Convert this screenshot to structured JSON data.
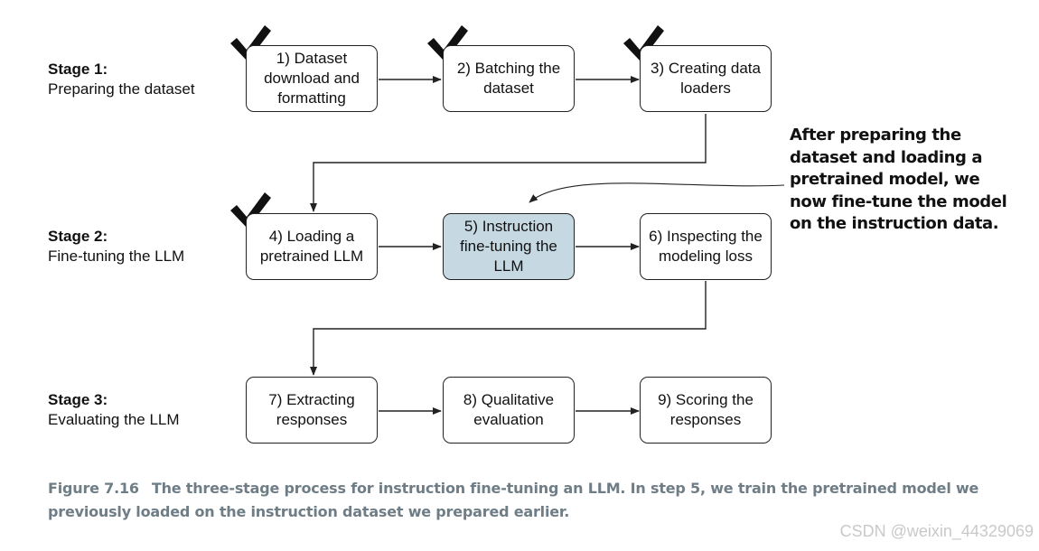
{
  "stages": [
    {
      "title": "Stage 1:",
      "subtitle": "Preparing the dataset"
    },
    {
      "title": "Stage 2:",
      "subtitle": "Fine-tuning the LLM"
    },
    {
      "title": "Stage 3:",
      "subtitle": "Evaluating the LLM"
    }
  ],
  "steps": [
    {
      "label": "1) Dataset download and formatting",
      "completed": true
    },
    {
      "label": "2) Batching the dataset",
      "completed": true
    },
    {
      "label": "3) Creating data loaders",
      "completed": true
    },
    {
      "label": "4) Loading a pretrained LLM",
      "completed": true
    },
    {
      "label": "5) Instruction fine-tuning the LLM",
      "completed": false,
      "highlighted": true
    },
    {
      "label": "6) Inspecting the modeling loss",
      "completed": false
    },
    {
      "label": "7) Extracting responses",
      "completed": false
    },
    {
      "label": "8) Qualitative evaluation",
      "completed": false
    },
    {
      "label": "9) Scoring the responses",
      "completed": false
    }
  ],
  "colors": {
    "highlight_fill": "#c6d9e3",
    "caption": "#6f7d86"
  },
  "annotation": "After preparing the dataset and loading a pretrained model, we now fine-tune the model on the instruction data.",
  "caption": {
    "figure_label": "Figure 7.16",
    "text": "The three-stage process for instruction fine-tuning an LLM. In step 5, we train the pretrained model we previously loaded on the instruction dataset we prepared earlier."
  },
  "watermark": "CSDN @weixin_44329069"
}
